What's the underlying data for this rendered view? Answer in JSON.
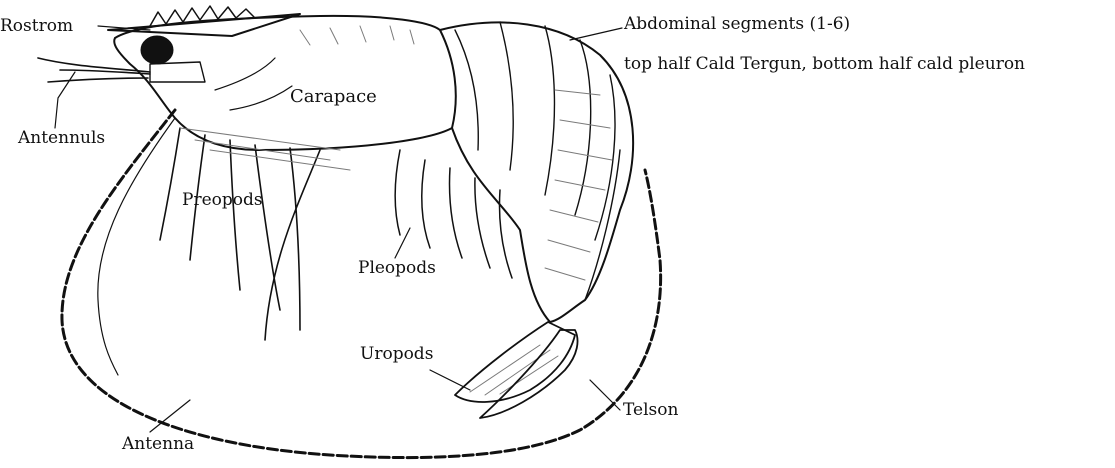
{
  "diagram": {
    "labels": {
      "rostrom": "Rostrom",
      "antennuls": "Antennuls",
      "carapace": "Carapace",
      "preopods": "Preopods",
      "pleopods": "Pleopods",
      "uropods": "Uropods",
      "antenna": "Antenna",
      "telson": "Telson",
      "abdominal_segments": "Abdominal segments (1-6)",
      "abdominal_note": "top half Cald Tergun, bottom half cald pleuron"
    },
    "colors": {
      "ink": "#111111",
      "shade": "#7a7a7a",
      "background": "#ffffff"
    }
  }
}
